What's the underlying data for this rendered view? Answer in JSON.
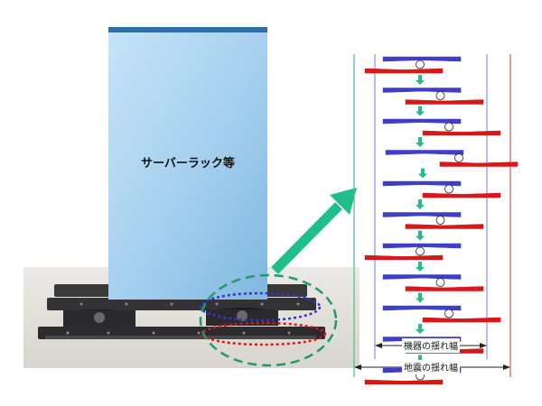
{
  "rack": {
    "label": "サーバーラック等"
  },
  "widths": {
    "equipment_sway": "機器の揺れ幅",
    "earthquake_sway": "地震の揺れ幅"
  },
  "sequence": {
    "frames": [
      0,
      1,
      2,
      3,
      2,
      1,
      0,
      1,
      2,
      1,
      0
    ]
  },
  "colors": {
    "rack_fill": "#a9d4ef",
    "rack_top": "#2d6fa8",
    "upper_plate": "#3e3ec9",
    "lower_plate": "#d81818",
    "arrow": "#1fbf8b",
    "ellipse_green": "#1f9a6a",
    "line_green": "#45c08d",
    "line_blue": "#7a7ad9",
    "line_red": "#e25555"
  },
  "icons": {
    "arrow": "arrow-icon",
    "ball": "ball-bearing-icon"
  }
}
